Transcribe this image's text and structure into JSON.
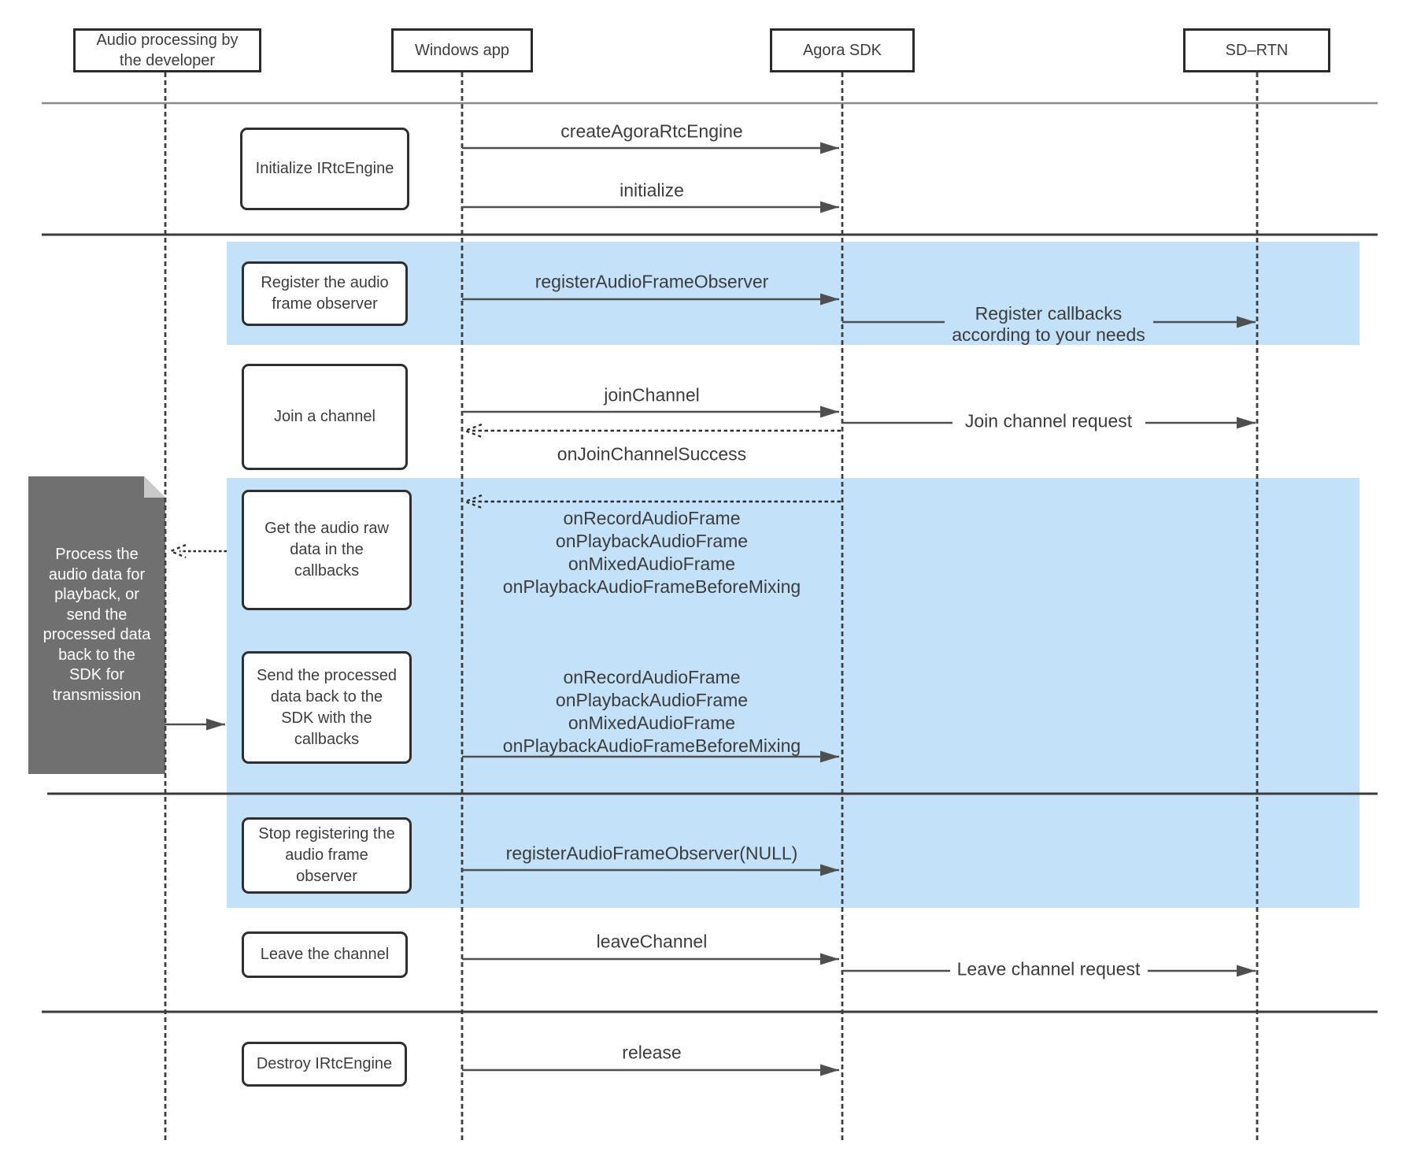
{
  "actors": [
    {
      "label": "Audio processing by\nthe developer"
    },
    {
      "label": "Windows app"
    },
    {
      "label": "Agora SDK"
    },
    {
      "label": "SD–RTN"
    }
  ],
  "steps": {
    "initialize": "Initialize IRtcEngine",
    "register": "Register the audio\nframe observer",
    "join": "Join a channel",
    "get": "Get the audio raw\ndata in the\ncallbacks",
    "send": "Send the processed\ndata back to the\nSDK with the\ncallbacks",
    "stop": "Stop registering the\naudio frame\nobserver",
    "leave": "Leave the channel",
    "destroy": "Destroy IRtcEngine"
  },
  "messages": {
    "create": "createAgoraRtcEngine",
    "initialize": "initialize",
    "register_observer": "registerAudioFrameObserver",
    "register_callbacks": "Register callbacks\naccording to your needs",
    "join_channel": "joinChannel",
    "join_request": "Join channel request",
    "on_join_success": "onJoinChannelSuccess",
    "callbacks_get": "onRecordAudioFrame\nonPlaybackAudioFrame\nonMixedAudioFrame\nonPlaybackAudioFrameBeforeMixing",
    "callbacks_send": "onRecordAudioFrame\nonPlaybackAudioFrame\nonMixedAudioFrame\nonPlaybackAudioFrameBeforeMixing",
    "register_null": "registerAudioFrameObserver(NULL)",
    "leave_channel": "leaveChannel",
    "leave_request": "Leave channel request",
    "release": "release"
  },
  "note": {
    "text": "Process the\naudio data for\nplayback, or\nsend the\nprocessed data\nback to the\nSDK for\ntransmission"
  },
  "colors": {
    "highlight": "#c3e2f9",
    "note_fill": "#707070",
    "note_fold": "#c9c9c9",
    "arrow": "#4f4f4f",
    "text": "#3c3c3c"
  }
}
